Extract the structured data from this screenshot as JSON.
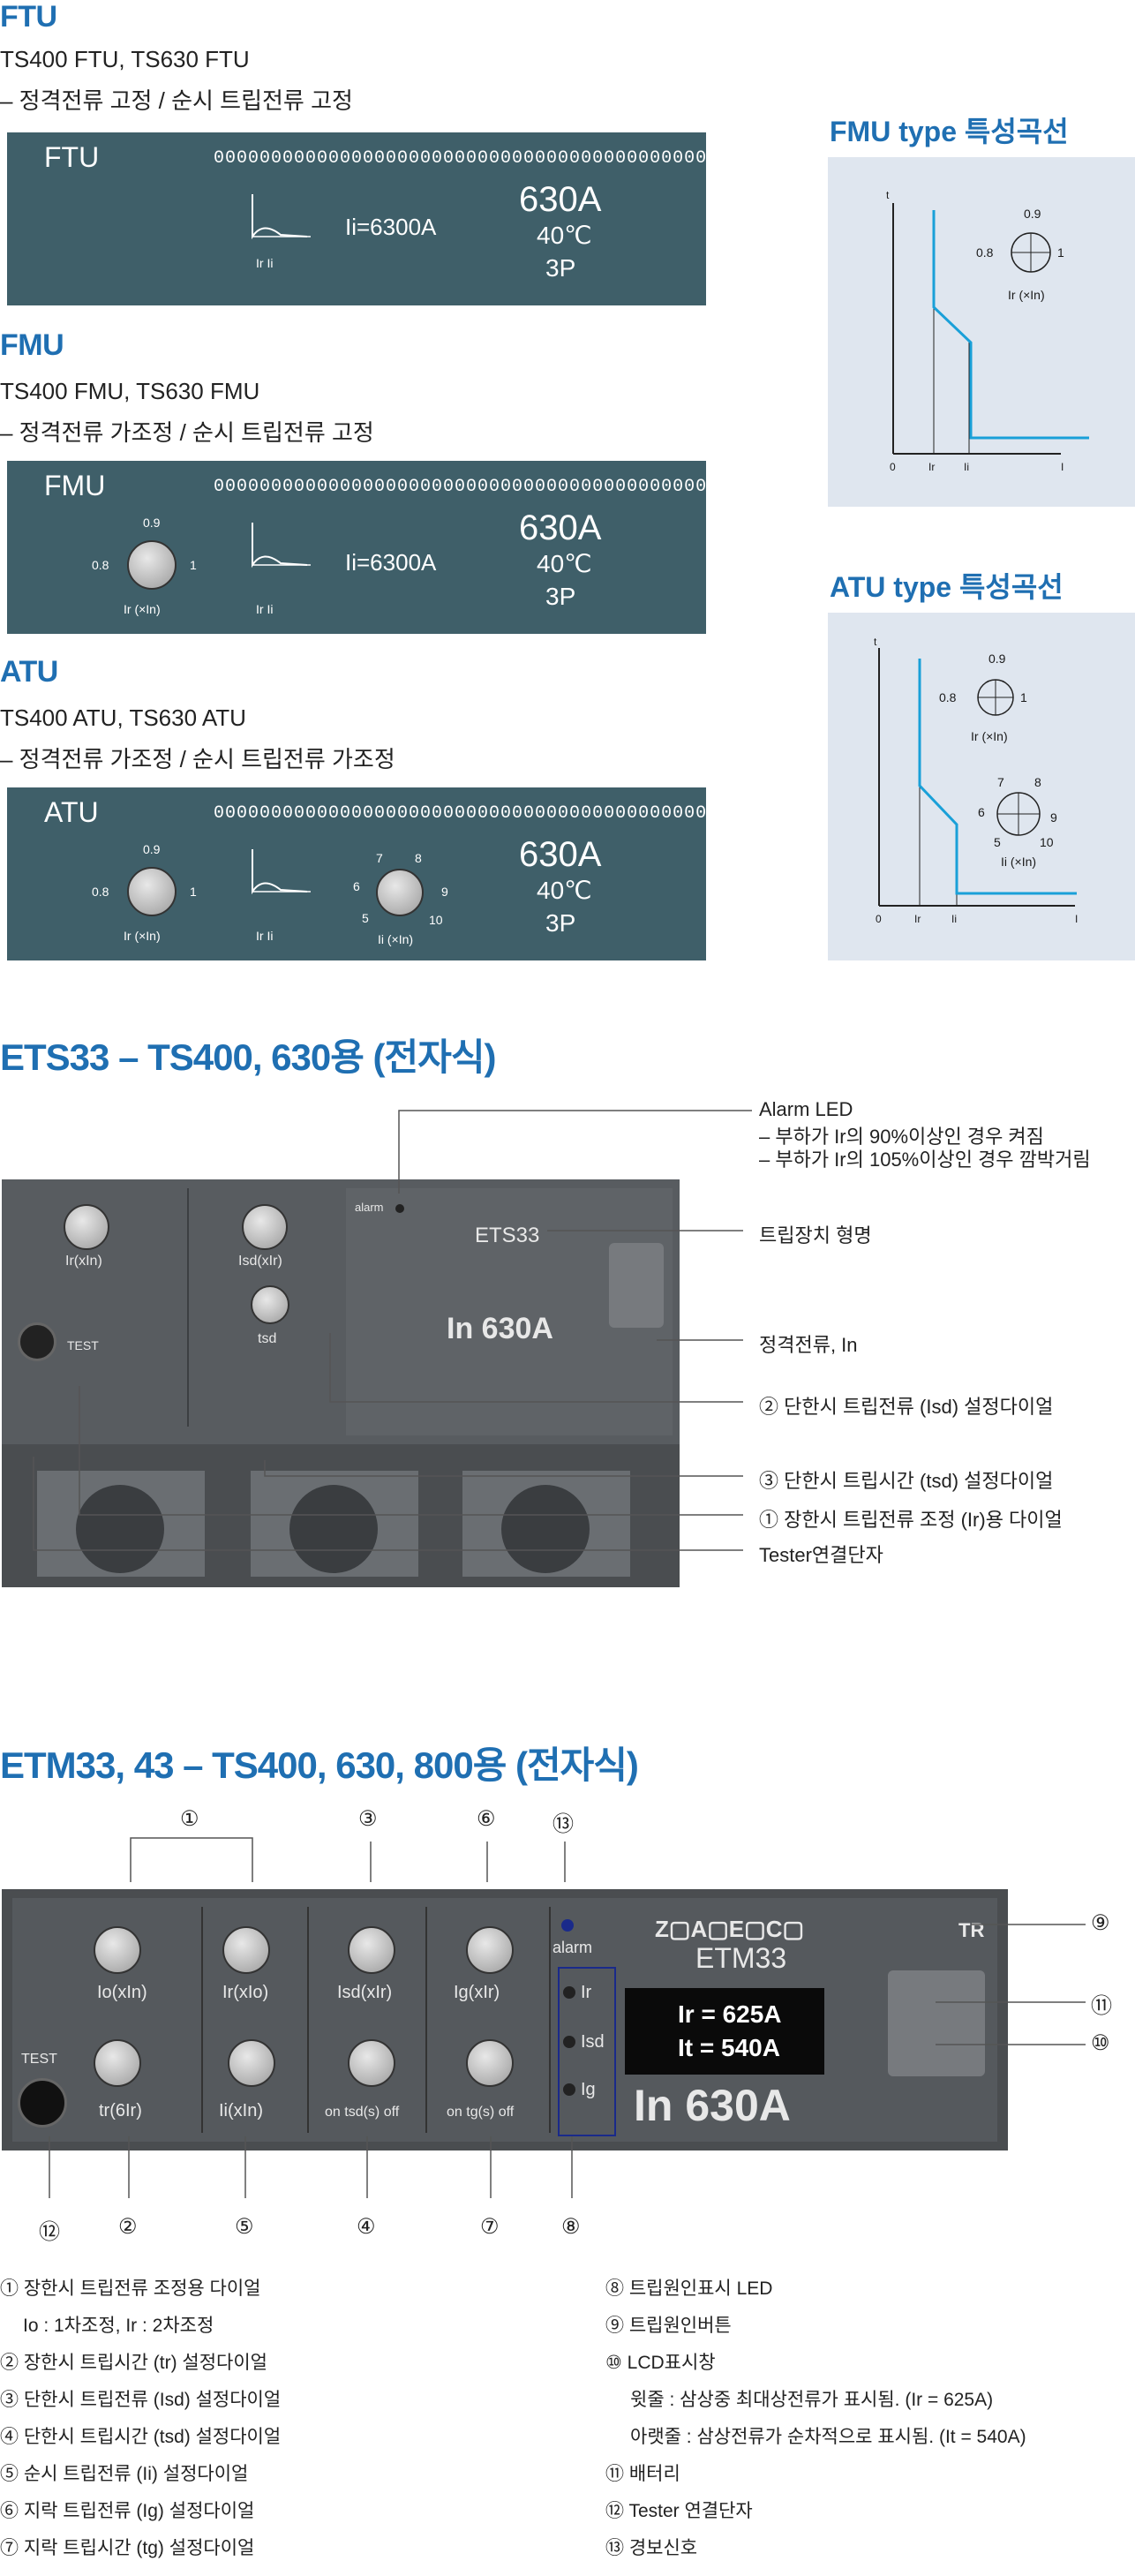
{
  "ftu": {
    "heading": "FTU",
    "models": "TS400 FTU, TS630 FTU",
    "desc": "– 정격전류 고정 / 순시 트립전류 고정",
    "panel_label": "FTU",
    "ii": "Ii=6300A",
    "rating": "630A",
    "temp": "40℃",
    "poles": "3P"
  },
  "fmu": {
    "heading": "FMU",
    "models": "TS400 FMU, TS630 FMU",
    "desc": "– 정격전류 가조정 / 순시 트립전류 고정",
    "panel_label": "FMU",
    "ii": "Ii=6300A",
    "rating": "630A",
    "temp": "40℃",
    "poles": "3P"
  },
  "atu": {
    "heading": "ATU",
    "models": "TS400 ATU, TS630 ATU",
    "desc": "– 정격전류 가조정 / 순시 트립전류 가조정",
    "panel_label": "ATU",
    "rating": "630A",
    "temp": "40℃",
    "poles": "3P"
  },
  "panel_common": {
    "dots": "0000000000000000000000000000000000000000000000",
    "curve_axis": "Ir    Ii",
    "dial_top": "0.9",
    "dial_left": "0.8",
    "dial_right": "1",
    "dial_caption": "Ir (×In)",
    "ii_dial_top_left": "7",
    "ii_dial_top_right": "8",
    "ii_dial_left": "6",
    "ii_dial_right": "9",
    "ii_dial_bottom_left": "5",
    "ii_dial_bottom_right": "10",
    "ii_dial_caption": "Ii (×In)"
  },
  "fmu_curve": {
    "title": "FMU type 특성곡선",
    "t_axis": "t",
    "zero": "0",
    "ir": "Ir",
    "ii": "Ii",
    "i_axis": "I",
    "dial_top": "0.9",
    "dial_left": "0.8",
    "dial_right": "1",
    "dial_caption": "Ir (×In)"
  },
  "atu_curve": {
    "title": "ATU type 특성곡선",
    "t_axis": "t",
    "zero": "0",
    "ir": "Ir",
    "ii": "Ii",
    "i_axis": "I",
    "dial_top": "0.9",
    "dial_left": "0.8",
    "dial_right": "1",
    "dial_caption": "Ir (×In)",
    "ii_tl": "7",
    "ii_tr": "8",
    "ii_l": "6",
    "ii_r": "9",
    "ii_bl": "5",
    "ii_br": "10",
    "ii_caption": "Ii (×In)"
  },
  "ets33": {
    "title": "ETS33 – TS400, 630용 (전자식)",
    "device_name": "ETS33",
    "device_rating": "In  630A",
    "alarm": "alarm",
    "test": "TEST",
    "ir_label": "Ir(xIn)",
    "isd_label": "Isd(xIr)",
    "tsd_label": "tsd",
    "callouts": {
      "alarm_title": "Alarm LED",
      "alarm_l1": "– 부하가 Ir의 90%이상인 경우 켜짐",
      "alarm_l2": "– 부하가 Ir의 105%이상인 경우 깜박거림",
      "trip_name": "트립장치 형명",
      "rated": "정격전류, In",
      "c2": "② 단한시 트립전류 (Isd) 설정다이얼",
      "c3": "③ 단한시 트립시간 (tsd) 설정다이얼",
      "c1": "① 장한시 트립전류 조정 (Ir)용 다이얼",
      "tester": "Tester연결단자"
    }
  },
  "etm33": {
    "title": "ETM33, 43 – TS400, 630, 800용 (전자식)",
    "device_name": "ETM33",
    "zaec": "Z▢A▢E▢C▢",
    "tr": "TR",
    "alarm": "alarm",
    "lcd_line1": "Ir = 625A",
    "lcd_line2": "It = 540A",
    "rating": "In  630A",
    "test": "TEST",
    "io_label": "Io(xIn)",
    "ir_label": "Ir(xIo)",
    "isd_label": "Isd(xIr)",
    "ig_label": "Ig(xIr)",
    "tr_label": "tr(6Ir)",
    "ii_label": "Ii(xIn)",
    "tsd_label": "on tsd(s) off",
    "tg_label": "on tg(s) off",
    "led_ir": "Ir",
    "led_isd": "Isd",
    "led_ig": "Ig",
    "top_nums": [
      "①",
      "③",
      "⑥",
      "⑬"
    ],
    "right_nums": [
      "⑨",
      "⑪",
      "⑩"
    ],
    "bottom_nums": [
      "⑫",
      "②",
      "⑤",
      "④",
      "⑦",
      "⑧"
    ]
  },
  "legend_left": [
    "① 장한시 트립전류 조정용 다이얼",
    "Io : 1차조정, Ir : 2차조정",
    "② 장한시 트립시간 (tr) 설정다이얼",
    "③ 단한시 트립전류 (Isd) 설정다이얼",
    "④ 단한시 트립시간 (tsd) 설정다이얼",
    "⑤ 순시 트립전류 (Ii) 설정다이얼",
    "⑥ 지락 트립전류 (Ig) 설정다이얼",
    "⑦ 지락 트립시간 (tg) 설정다이얼"
  ],
  "legend_right": [
    "⑧ 트립원인표시 LED",
    "⑨ 트립원인버튼",
    "⑩ LCD표시창",
    "윗줄 : 삼상중 최대상전류가 표시됨. (Ir = 625A)",
    "아랫줄 : 삼상전류가 순차적으로 표시됨. (It = 540A)",
    "⑪ 배터리",
    "⑫ Tester 연결단자",
    "⑬ 경보신호"
  ],
  "colors": {
    "accent": "#1f6fb2",
    "panel": "#3f5f69",
    "curve_bg": "#dfe6ef",
    "curve_line": "#1aa0d8"
  }
}
